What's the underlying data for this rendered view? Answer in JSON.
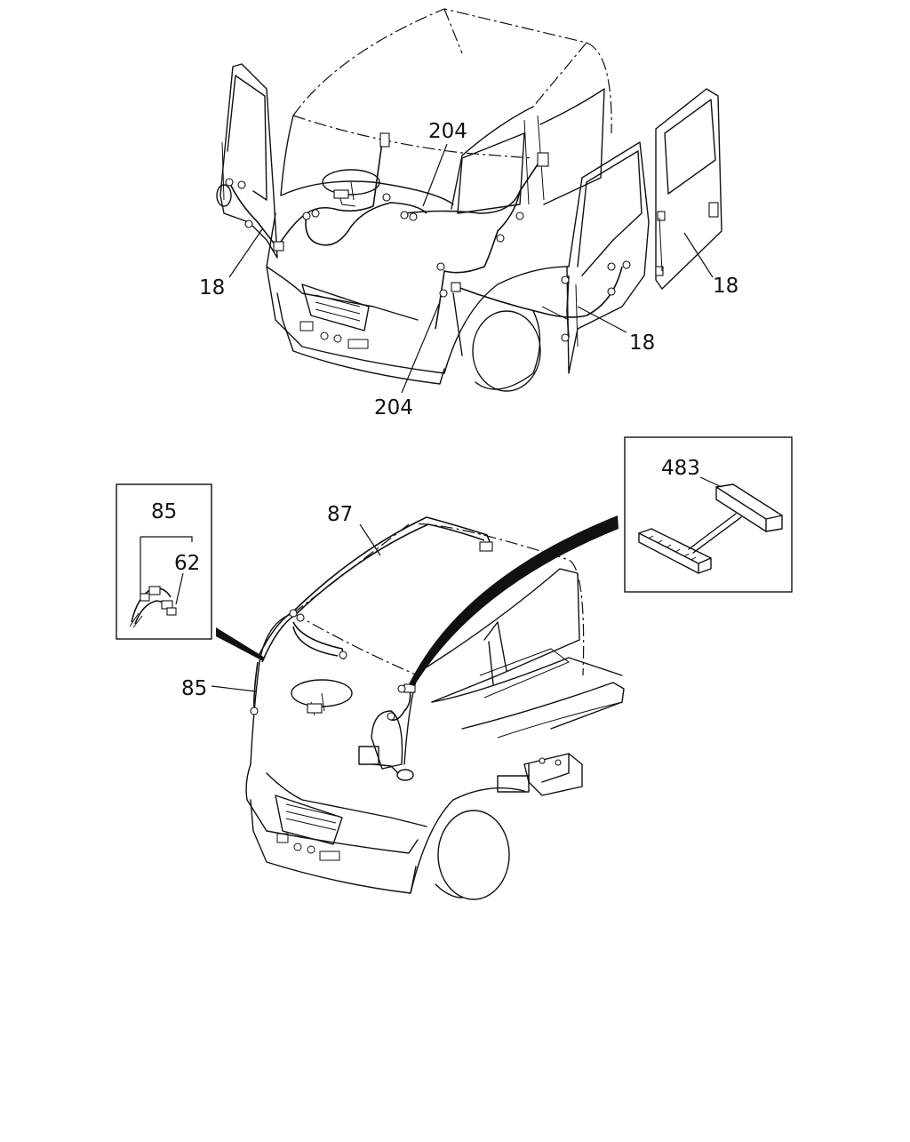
{
  "diagram": {
    "callouts": {
      "top_left_18": "18",
      "top_center_204": "204",
      "bottom_center_204": "204",
      "door_18": "18",
      "rear_door_18": "18",
      "inset_85": "85",
      "inset_62": "62",
      "roof_87": "87",
      "side_85": "85",
      "inset_483": "483"
    }
  }
}
